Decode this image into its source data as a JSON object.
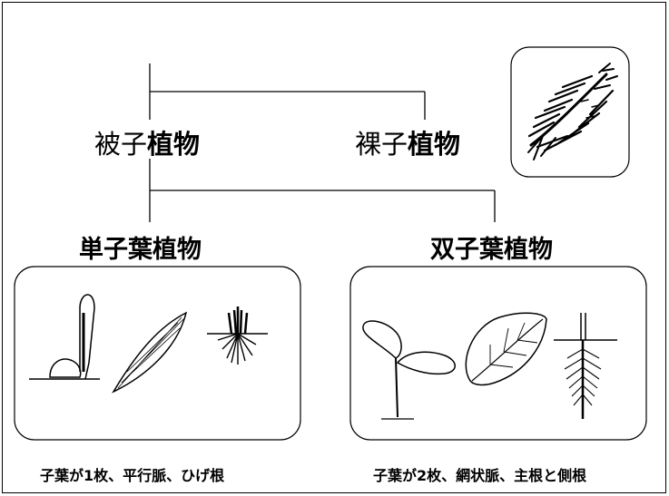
{
  "top": {
    "angiosperm": {
      "prefix": "被子",
      "suffix": "植物"
    },
    "gymnosperm": {
      "prefix": "裸子",
      "suffix": "植物"
    }
  },
  "groups": {
    "monocot": {
      "title": "単子葉植物",
      "caption": "子葉が1枚、平行脈、ひげ根"
    },
    "dicot": {
      "title": "双子葉植物",
      "caption": "子葉が2枚、網状脈、主根と側根"
    }
  }
}
